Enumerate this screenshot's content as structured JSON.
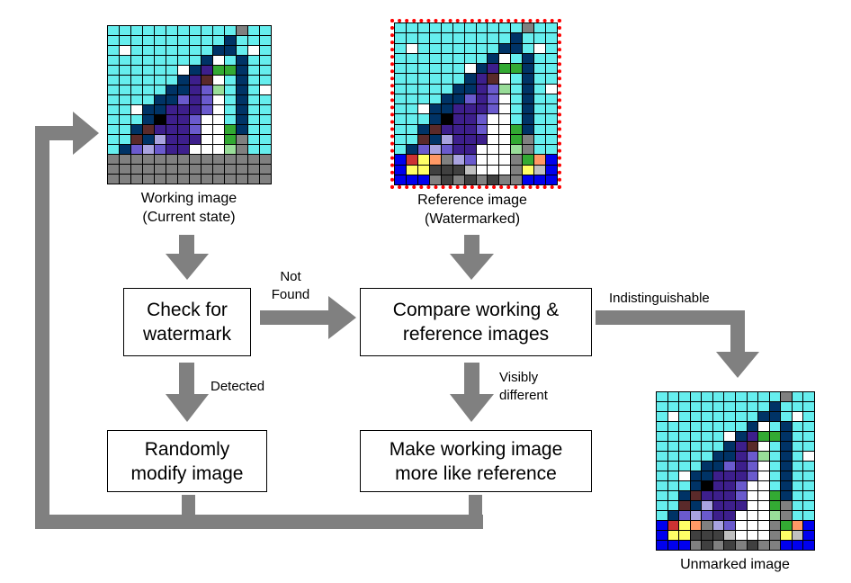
{
  "images": {
    "working": {
      "caption_line1": "Working image",
      "caption_line2": "(Current state)"
    },
    "reference": {
      "caption_line1": "Reference image",
      "caption_line2": "(Watermarked)"
    },
    "unmarked": {
      "caption": "Unmarked image"
    }
  },
  "boxes": {
    "check": {
      "line1": "Check for",
      "line2": "watermark"
    },
    "compare": {
      "line1": "Compare working &",
      "line2": "reference images"
    },
    "modify": {
      "line1": "Randomly",
      "line2": "modify image"
    },
    "make_like": {
      "line1": "Make working image",
      "line2": "more like reference"
    }
  },
  "edge_labels": {
    "not_found_1": "Not",
    "not_found_2": "Found",
    "detected": "Detected",
    "indistinguishable": "Indistinguishable",
    "visibly_1": "Visibly",
    "visibly_2": "different"
  },
  "colors": {
    "sky": "#66eeee",
    "ground_gray": "#808080",
    "water_blue": "#0000ee",
    "arrow_gray": "#808080",
    "reference_outline": "#ff0000"
  }
}
